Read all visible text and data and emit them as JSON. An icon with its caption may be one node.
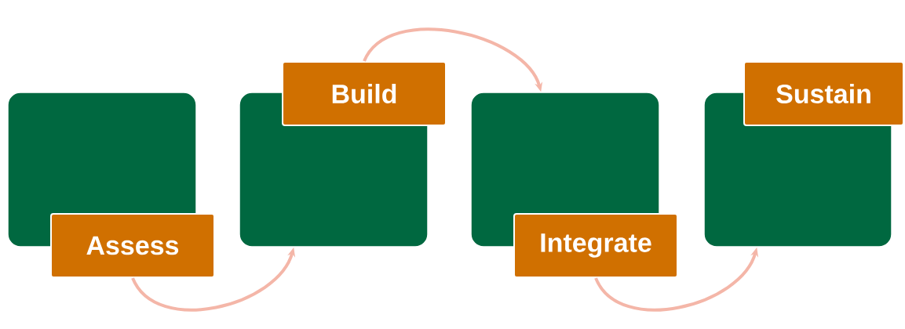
{
  "diagram": {
    "nodes": [
      {
        "text": [],
        "shape": "box"
      },
      {
        "text": [
          "Assess"
        ]
      },
      {
        "text": [],
        "shape": "box"
      },
      {
        "text": [
          "Build"
        ]
      },
      {
        "text": [],
        "shape": "box"
      },
      {
        "text": [
          "Integrate"
        ]
      },
      {
        "text": [],
        "shape": "box"
      },
      {
        "text": [
          "Sustain"
        ]
      }
    ],
    "edges": [
      {
        "from": 1,
        "to": 2,
        "arrow": "to"
      },
      {
        "from": 3,
        "to": 4,
        "arrow": "to"
      },
      {
        "from": 5,
        "to": 6,
        "arrow": "to"
      }
    ]
  }
}
